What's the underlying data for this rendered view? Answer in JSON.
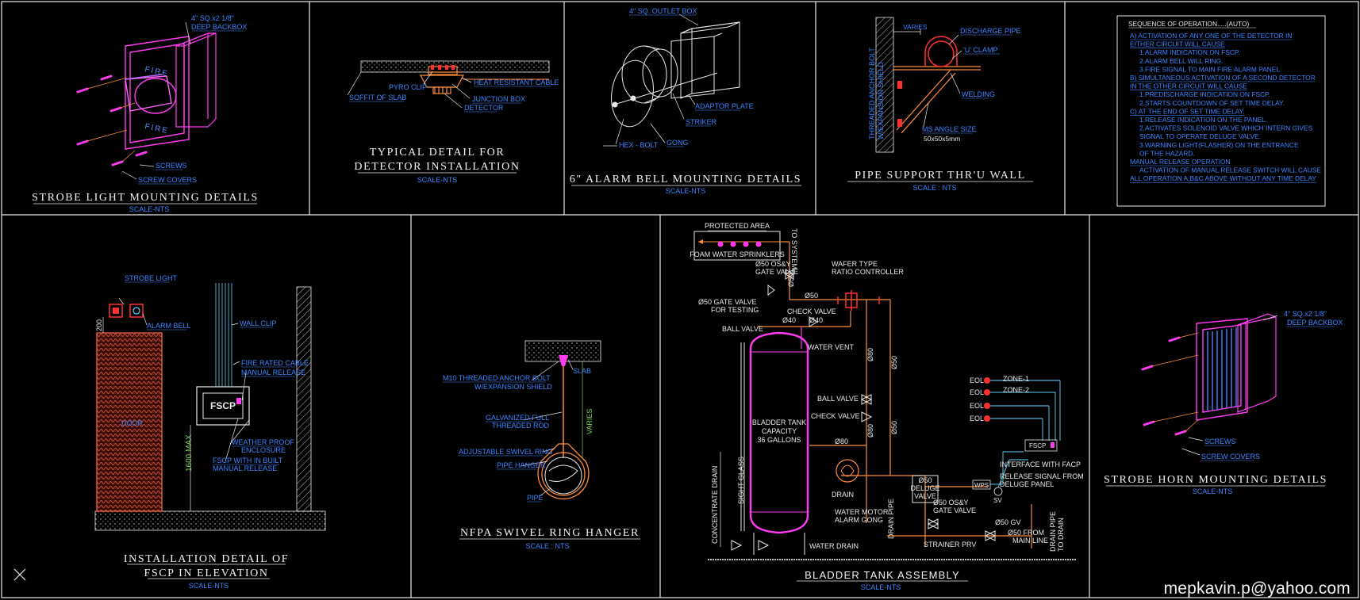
{
  "colors": {
    "background": "#000000",
    "frame": "#e8e8e8",
    "label_blue": "#3d86ff",
    "magenta": "#ff3cf0",
    "orange": "#ff8c3a",
    "red": "#ff3030",
    "green": "#7fd35a",
    "cyan": "#5fd5ff"
  },
  "strobe_light": {
    "title": "STROBE LIGHT MOUNTING DETAILS",
    "scale": "SCALE-NTS",
    "backbox_label": "4\" SQ.x2 1/8\"",
    "backbox_label2": "DEEP BACKBOX",
    "screws": "SCREWS",
    "screw_covers": "SCREW COVERS",
    "face_top": "FIRE",
    "face_bottom": "FIRE"
  },
  "detector": {
    "title1": "TYPICAL DETAIL FOR",
    "title2": "DETECTOR INSTALLATION",
    "scale": "SCALE-NTS",
    "pyro_clip": "PYRO CLIP",
    "heat_cable": "HEAT RESISTANT CABLE",
    "soffit": "SOFFIT OF SLAB",
    "junction_box": "JUNCTION BOX",
    "detector": "DETECTOR"
  },
  "alarm_bell": {
    "title": "6\" ALARM BELL MOUNTING DETAILS",
    "scale": "SCALE-NTS",
    "outlet_box": "4\" SQ. OUTLET BOX",
    "adaptor_plate": "ADAPTOR PLATE",
    "striker": "STRIKER",
    "hex_bolt": "HEX - BOLT",
    "gong": "GONG"
  },
  "pipe_support": {
    "title": "PIPE SUPPORT THR'U WALL",
    "scale": "SCALE : NTS",
    "varies": "VARIES",
    "discharge_pipe": "DISCHARGE PIPE",
    "u_clamp": "'U' CLAMP",
    "welding": "WELDING",
    "anchor_bolt": "THREADED ANCHOR BOLT",
    "expansion": "W/EXPANSION SHIELD",
    "angle": "MS ANGLE SIZE",
    "angle_size": "50x50x5mm"
  },
  "sequence": {
    "heading": "SEQUENCE OF OPERATION.....(AUTO)",
    "lines": [
      {
        "text": "A) ACTIVATION OF ANY ONE OF THE DETECTOR IN",
        "style": "seq",
        "underline": true
      },
      {
        "text": "EITHER CIRCUIT WILL CAUSE",
        "style": "seq",
        "underline": true
      },
      {
        "text": "1.ALARM INDICATION ON FSCP.",
        "style": "seq",
        "indent": true
      },
      {
        "text": "2.ALARM BELL WILL RING.",
        "style": "seq",
        "indent": true
      },
      {
        "text": "3.FIRE SIGNAL TO MAIN FIRE ALARM PANEL.",
        "style": "seq",
        "indent": true
      },
      {
        "text": "B) SIMULTANEOUS ACTIVATION OF A SECOND DETECTOR",
        "style": "seq",
        "underline": true
      },
      {
        "text": "IN THE OTHER CIRCUIT WILL CAUSE",
        "style": "seq",
        "underline": true
      },
      {
        "text": "1.PREDISCHARGE INDICATION ON FSCP.",
        "style": "seq",
        "indent": true
      },
      {
        "text": "2.STARTS COUNTDOWN OF SET TIME DELAY.",
        "style": "seq",
        "indent": true
      },
      {
        "text": "C) AT THE END OF SET TIME DELAY.",
        "style": "seq",
        "underline": true
      },
      {
        "text": "1.RELEASE INDICATION ON THE PANEL.",
        "style": "seq",
        "indent": true
      },
      {
        "text": "2.ACTIVATES SOLENOID VALVE WHICH INTERN GIVES",
        "style": "seq",
        "indent": true
      },
      {
        "text": "SIGNAL TO OPERATE DELUGE VALVE.",
        "style": "seq",
        "indent": true
      },
      {
        "text": "3.WARNING LIGHT(FLASHER) ON THE ENTRANCE",
        "style": "seq",
        "indent": true
      },
      {
        "text": "OF THE HAZARD.",
        "style": "seq",
        "indent": true
      },
      {
        "text": "MANUAL RELEASE OPERATION",
        "style": "seq",
        "underline": true
      },
      {
        "text": "ACTIVATION OF MANUAL RELEASE SWITCH WILL CAUSE",
        "style": "seq",
        "indent": true
      },
      {
        "text": "ALL OPERATION A,B&C ABOVE WITHOUT ANY TIME DELAY",
        "style": "seq",
        "underline": true
      }
    ]
  },
  "fscp": {
    "title1": "INSTALLATION DETAIL OF",
    "title2": "FSCP IN ELEVATION",
    "scale": "SCALE-NTS",
    "strobe_light": "STROBE LIGHT",
    "alarm_bell": "ALARM BELL",
    "dim_200": "200",
    "wall_clip": "WALL CLIP",
    "fire_cable": "FIRE RATED CABLE",
    "manual_release": "MANUAL RELEASE",
    "panel": "FSCP",
    "door": "DOOR",
    "weather_proof": "WEATHER PROOF",
    "enclosure": "ENCLOSURE",
    "fscp_built": "FSCP WITH IN BUILT",
    "manual_release2": "MANUAL RELEASE",
    "dim_max": "1600 MAX"
  },
  "swivel": {
    "title": "NFPA SWIVEL RING HANGER",
    "scale": "SCALE : NTS",
    "anchor": "M10 THREADED ANCHOR BOLT",
    "expansion": "W/EXPANSION SHIELD",
    "slab": "SLAB",
    "galvanized": "GALVANIZED FULL",
    "threaded_rod": "THREADED ROD",
    "varies": "VARIES",
    "swivel_ring": "ADJUSTABLE SWIVEL RING",
    "pipe_hanger": "PIPE HANGER",
    "pipe": "PIPE"
  },
  "bladder": {
    "title": "BLADDER TANK ASSEMBLY",
    "scale": "SCALE-NTS",
    "protected_area": "PROTECTED AREA",
    "sprinklers": "FOAM WATER SPRINKLERS",
    "to_system": "TO SYSTEM",
    "gate50": "Ø50 OS&Y",
    "gate_valve": "GATE VALVE",
    "wafer1": "WAFER TYPE",
    "wafer2": "RATIO CONTROLLER",
    "d50a": "Ø50",
    "d50b": "Ø50",
    "gate_test1": "Ø50 GATE VALVE",
    "gate_test2": "FOR TESTING",
    "check_valve": "CHECK VALVE",
    "d40a": "Ø40",
    "d40b": "Ø40",
    "ball_valve": "BALL VALVE",
    "water_vent": "WATER VENT",
    "d80a": "Ø80",
    "d50c": "Ø50",
    "tank1": "BLADDER TANK",
    "tank2": "CAPACITY",
    "tank3": "36 GALLONS",
    "ball_valve2": "BALL VALVE",
    "check_valve2": "CHECK VALVE",
    "d80b": "Ø80",
    "d80c": "Ø80",
    "d50d": "Ø50",
    "sight_glass": "SIGHT GLASS",
    "concentrate_drain": "CONCENTRATE DRAIN",
    "drain": "DRAIN",
    "motor1": "WATER MOTOR",
    "motor2": "ALARM GONG",
    "deluge1": "Ø50",
    "deluge2": "DELUGE",
    "deluge3": "VALVE",
    "gate2a": "Ø50 OS&Y",
    "gate2b": "GATE VALVE",
    "wps": "WPS",
    "sv": "SV",
    "release1": "RELEASE SIGNAL FROM",
    "release2": "DELUGE PANEL",
    "interface": "INTERFACE WITH FACP",
    "fscp": "FSCP",
    "eol1": "EOL",
    "eol2": "EOL",
    "eol3": "EOL",
    "eol4": "EOL",
    "zone1": "ZONE-1",
    "zone2": "ZONE-2",
    "gv": "Ø50 GV",
    "from_main1": "Ø50 FROM",
    "from_main2": "MAIN LINE",
    "strainer": "STRAINER PRV",
    "water_drain": "WATER DRAIN",
    "drain_pipe": "DRAIN PIPE",
    "drain_pipe2": "DRAIN PIPE",
    "to_drain": "TO DRAIN"
  },
  "strobe_horn": {
    "title": "STROBE HORN MOUNTING DETAILS",
    "scale": "SCALE-NTS",
    "backbox1": "4\" SQ.x2 1/8\"",
    "backbox2": "DEEP BACKBOX",
    "screws": "SCREWS",
    "screw_covers": "SCREW COVERS"
  },
  "email": "mepkavin.p@yahoo.com"
}
